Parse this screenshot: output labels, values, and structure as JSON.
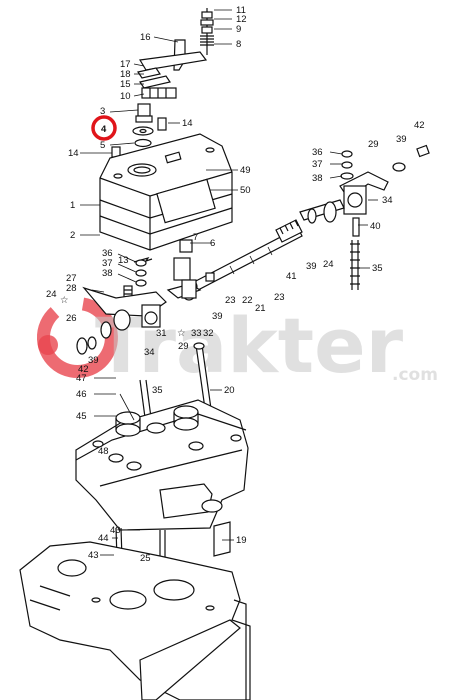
{
  "watermark": {
    "brand": "Trakter",
    "suffix": ".com",
    "logo_color": "#e8464f"
  },
  "highlight": {
    "part_number": "4",
    "color": "#e0151b"
  },
  "callouts": [
    {
      "num": "11"
    },
    {
      "num": "12"
    },
    {
      "num": "9"
    },
    {
      "num": "8"
    },
    {
      "num": "16"
    },
    {
      "num": "17"
    },
    {
      "num": "18"
    },
    {
      "num": "15"
    },
    {
      "num": "10"
    },
    {
      "num": "3"
    },
    {
      "num": "14"
    },
    {
      "num": "5"
    },
    {
      "num": "14"
    },
    {
      "num": "49"
    },
    {
      "num": "50"
    },
    {
      "num": "1"
    },
    {
      "num": "2"
    },
    {
      "num": "7"
    },
    {
      "num": "6"
    },
    {
      "num": "36"
    },
    {
      "num": "37"
    },
    {
      "num": "38"
    },
    {
      "num": "13"
    },
    {
      "num": "27"
    },
    {
      "num": "28"
    },
    {
      "num": "24"
    },
    {
      "num": "26"
    },
    {
      "num": "42"
    },
    {
      "num": "39"
    },
    {
      "num": "31"
    },
    {
      "num": "34"
    },
    {
      "num": "29"
    },
    {
      "num": "33"
    },
    {
      "num": "32"
    },
    {
      "num": "39"
    },
    {
      "num": "23"
    },
    {
      "num": "22"
    },
    {
      "num": "23"
    },
    {
      "num": "21"
    },
    {
      "num": "41"
    },
    {
      "num": "39"
    },
    {
      "num": "24"
    },
    {
      "num": "35"
    },
    {
      "num": "40"
    },
    {
      "num": "34"
    },
    {
      "num": "29"
    },
    {
      "num": "39"
    },
    {
      "num": "42"
    },
    {
      "num": "36"
    },
    {
      "num": "37"
    },
    {
      "num": "38"
    },
    {
      "num": "47"
    },
    {
      "num": "46"
    },
    {
      "num": "45"
    },
    {
      "num": "35"
    },
    {
      "num": "20"
    },
    {
      "num": "48"
    },
    {
      "num": "43"
    },
    {
      "num": "44"
    },
    {
      "num": "43"
    },
    {
      "num": "25"
    },
    {
      "num": "19"
    }
  ]
}
